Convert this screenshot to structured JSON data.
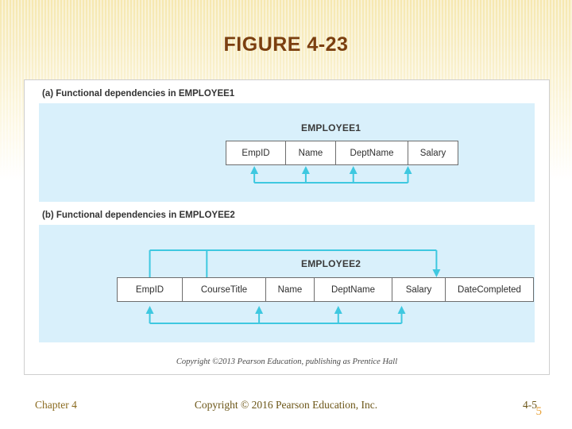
{
  "slide": {
    "title": "FIGURE 4-23",
    "figure": {
      "panel_a": {
        "caption": "(a) Functional dependencies in EMPLOYEE1",
        "entity": "EMPLOYEE1",
        "attributes": [
          "EmpID",
          "Name",
          "DeptName",
          "Salary"
        ]
      },
      "panel_b": {
        "caption": "(b) Functional dependencies in EMPLOYEE2",
        "entity": "EMPLOYEE2",
        "attributes": [
          "EmpID",
          "CourseTitle",
          "Name",
          "DeptName",
          "Salary",
          "DateCompleted"
        ]
      },
      "copyright": "Copyright ©2013 Pearson Education, publishing as Prentice Hall"
    },
    "footer": {
      "left": "Chapter 4",
      "center": "Copyright © 2016 Pearson Education, Inc.",
      "right": "4-5",
      "page_overlay": "5"
    },
    "colors": {
      "title": "#7b3f10",
      "panel_bg": "#d9f0fb",
      "arrow": "#3ec8e0",
      "footer": "#8a6a1f"
    }
  }
}
